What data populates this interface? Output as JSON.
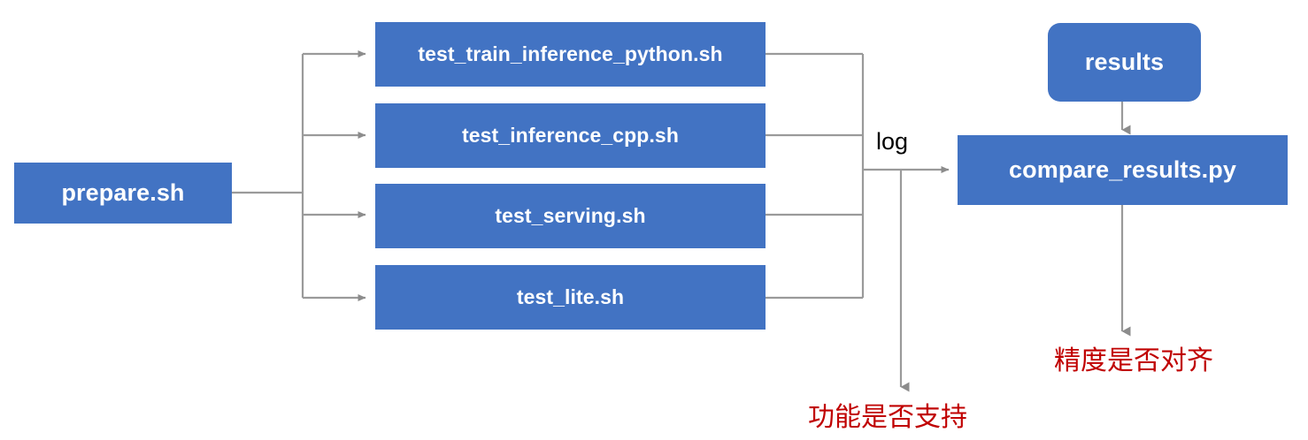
{
  "diagram": {
    "title": "paddle test tipc flow",
    "colors": {
      "node_fill": "#4273C3",
      "node_text": "#FFFFFF",
      "wire": "#9A9A9A",
      "note_red": "#C00000",
      "background": "#FFFFFF"
    },
    "nodes": {
      "prepare": {
        "label": "prepare.sh",
        "shape": "rect"
      },
      "test_python": {
        "label": "test_train_inference_python.sh",
        "shape": "rect"
      },
      "test_cpp": {
        "label": "test_inference_cpp.sh",
        "shape": "rect"
      },
      "test_serving": {
        "label": "test_serving.sh",
        "shape": "rect"
      },
      "test_lite": {
        "label": "test_lite.sh",
        "shape": "rect"
      },
      "results": {
        "label": "results",
        "shape": "rounded-rect"
      },
      "compare": {
        "label": "compare_results.py",
        "shape": "rect"
      }
    },
    "edge_labels": {
      "log": "log"
    },
    "notes": {
      "function_support": "功能是否支持",
      "precision_aligned": "精度是否对齐"
    },
    "edges": [
      {
        "from": "prepare",
        "to": "test_python",
        "label": ""
      },
      {
        "from": "prepare",
        "to": "test_cpp",
        "label": ""
      },
      {
        "from": "prepare",
        "to": "test_serving",
        "label": ""
      },
      {
        "from": "prepare",
        "to": "test_lite",
        "label": ""
      },
      {
        "from": "test_python",
        "to": "compare",
        "label": "log"
      },
      {
        "from": "test_cpp",
        "to": "compare",
        "label": "log"
      },
      {
        "from": "test_serving",
        "to": "compare",
        "label": "log"
      },
      {
        "from": "test_lite",
        "to": "compare",
        "label": "log"
      },
      {
        "from": "log-bus",
        "to": "function_support",
        "label": ""
      },
      {
        "from": "results",
        "to": "compare",
        "label": ""
      },
      {
        "from": "compare",
        "to": "precision_aligned",
        "label": ""
      }
    ]
  }
}
